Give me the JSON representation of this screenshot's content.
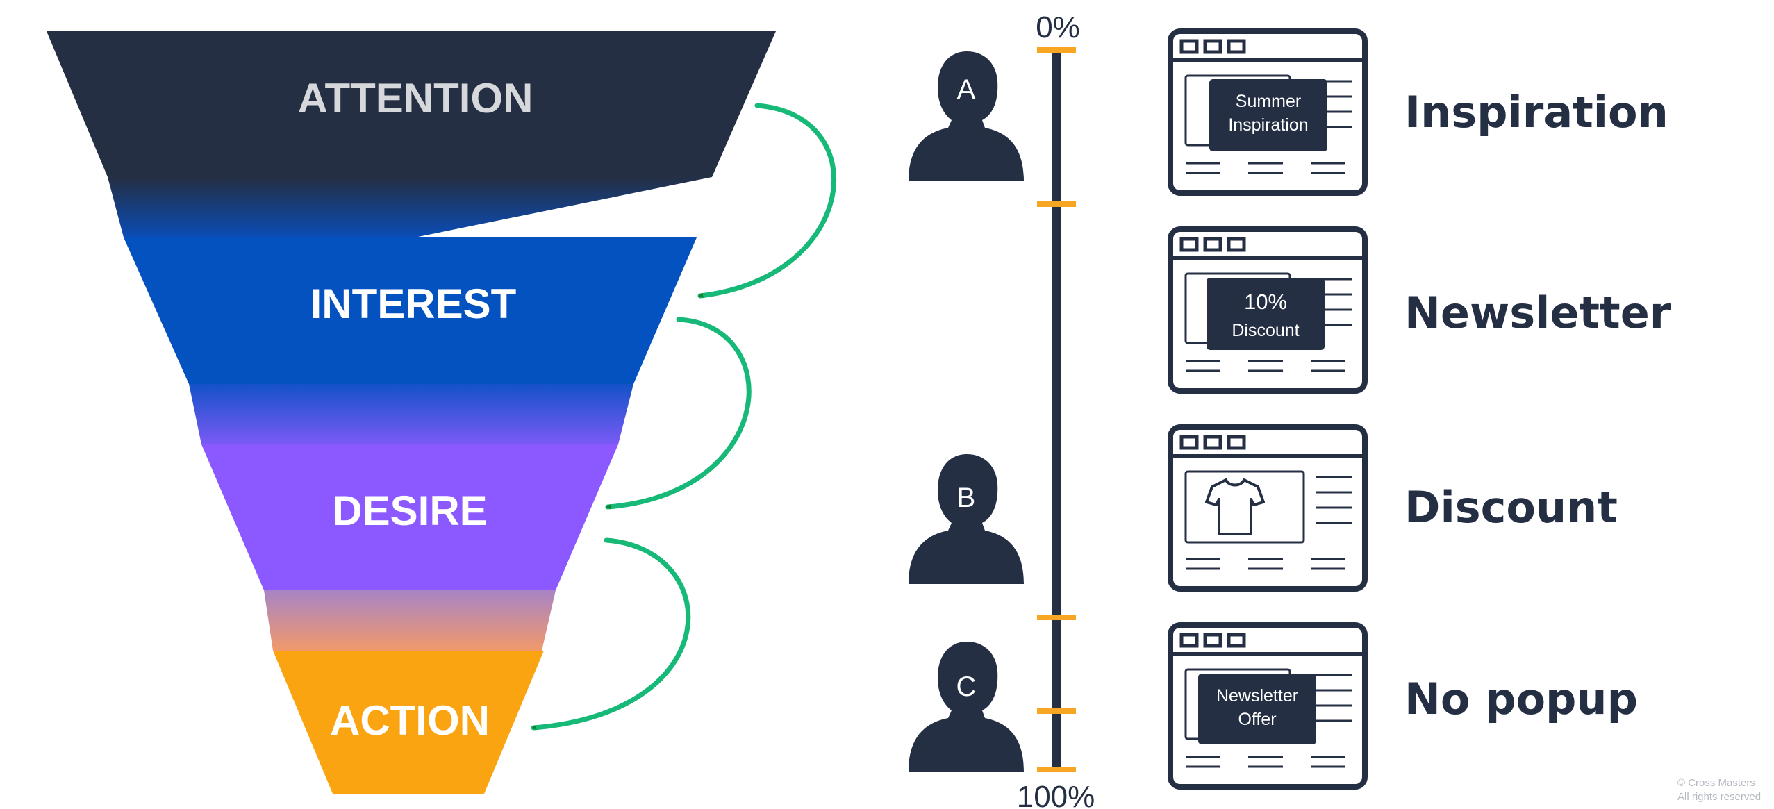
{
  "funnel": {
    "stages": [
      {
        "label": "ATTENTION",
        "color": "#252f44",
        "text_color": "#d6d8dc"
      },
      {
        "label": "INTEREST",
        "color": "#0452bf",
        "text_color": "#ffffff"
      },
      {
        "label": "DESIRE",
        "color": "#8b59ff",
        "text_color": "#ffffff"
      },
      {
        "label": "ACTION",
        "color": "#fba412",
        "text_color": "#ffffff"
      }
    ],
    "arrow_color": "#17b978"
  },
  "scale": {
    "top_label": "0%",
    "bottom_label": "100%",
    "line_color": "#252f44",
    "tick_color": "#f6a623"
  },
  "visitors": [
    {
      "letter": "A"
    },
    {
      "letter": "B"
    },
    {
      "letter": "C"
    }
  ],
  "popups": [
    {
      "line1": "Summer",
      "line2": "Inspiration",
      "outcome": "Inspiration"
    },
    {
      "line1": "10%",
      "line2": "Discount",
      "outcome": "Newsletter"
    },
    {
      "line1": "",
      "line2": "",
      "outcome": "Discount"
    },
    {
      "line1": "Newsletter",
      "line2": "Offer",
      "outcome": "No popup"
    }
  ],
  "copyright": {
    "line1": "© Cross Masters",
    "line2": "All rights reserved"
  }
}
